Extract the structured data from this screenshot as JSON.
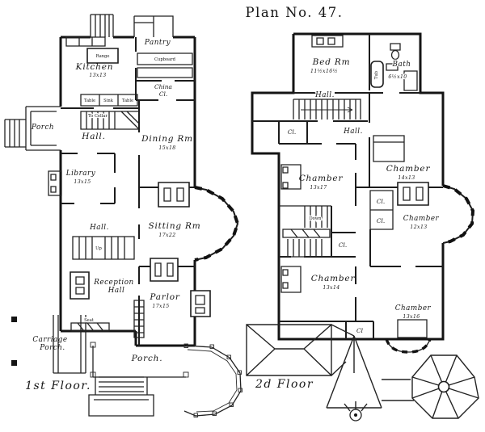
{
  "title": "Plan No. 47.",
  "first_floor": {
    "caption": "1st Floor.",
    "labels": {
      "kitchen": "Kitchen",
      "kitchen_dims": "13x13",
      "pantry": "Pantry",
      "china_line1": "China",
      "china_line2": "Cl.",
      "range": "Range",
      "cupboard": "Cupboard",
      "table_left": "Table",
      "sink": "Sink",
      "table_right": "Table",
      "to_cellar": "To Cellar",
      "porch_side": "Porch",
      "hall_rear": "Hall.",
      "dining": "Dining Rm",
      "dining_dims": "15x18",
      "library": "Library",
      "library_dims": "13x15",
      "hall_mid": "Hall.",
      "up": "Up",
      "sitting": "Sitting Rm",
      "sitting_dims": "17x22",
      "reception_line1": "Reception",
      "reception_line2": "Hall",
      "parlor": "Parlor",
      "parlor_dims": "17x15",
      "seat": "Seat",
      "carriage_line1": "Carriage",
      "carriage_line2": "Porch.",
      "porch_front": "Porch."
    }
  },
  "second_floor": {
    "caption": "2d Floor",
    "labels": {
      "bed_rm": "Bed Rm",
      "bed_rm_dims": "11½x16½",
      "bath": "Bath",
      "bath_dims": "6½x10",
      "tub": "Tub",
      "hall_upper": "Hall.",
      "closet_a": "Cl.",
      "hall_mid": "Hall.",
      "chamber_nw": "Chamber",
      "chamber_nw_dims": "13x17",
      "chamber_ne": "Chamber",
      "chamber_ne_dims": "14x13",
      "closet_b": "Cl.",
      "closet_c": "Cl.",
      "chamber_e": "Chamber",
      "chamber_e_dims": "12x13",
      "down": "Down",
      "closet_d": "Cl.",
      "chamber_sw": "Chamber",
      "chamber_sw_dims": "13x14",
      "chamber_se": "Chamber",
      "chamber_se_dims": "13x16",
      "closet_e": "Cl"
    }
  },
  "colors": {
    "ink": "#1c1c1c",
    "paper": "#ffffff"
  }
}
